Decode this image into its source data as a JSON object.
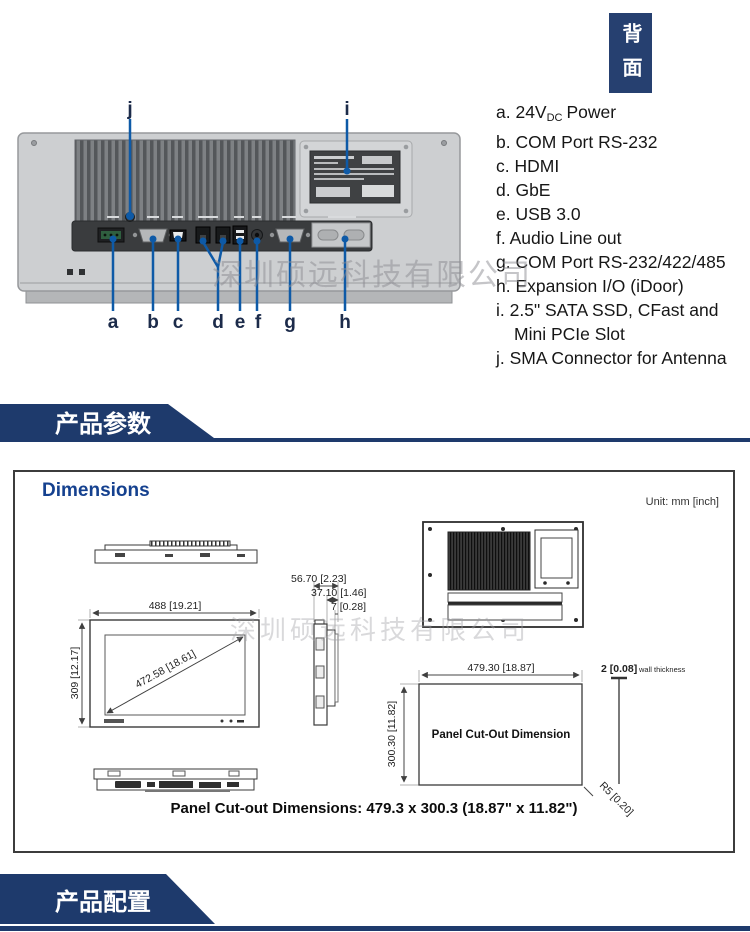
{
  "hero": {
    "tab_label": "背面",
    "callouts": [
      "a",
      "b",
      "c",
      "d",
      "e",
      "f",
      "g",
      "h",
      "i",
      "j"
    ],
    "ports": {
      "item_a": {
        "pre": "a. 24V",
        "sub": "DC",
        "post": "Power"
      },
      "items": [
        "b. COM Port RS-232",
        "c. HDMI",
        "d. GbE",
        "e. USB 3.0",
        "f. Audio Line out",
        "g. COM Port RS-232/422/485",
        "h. Expansion I/O (iDoor)",
        "i. 2.5\" SATA SSD, CFast and Mini PCIe Slot",
        "j. SMA Connector for Antenna"
      ]
    },
    "watermark": "深圳硕远科技有限公司"
  },
  "banners": {
    "params": "产品参数",
    "config": "产品配置"
  },
  "dimensions": {
    "title": "Dimensions",
    "unit": "Unit: mm [inch]",
    "front": {
      "width": "488 [19.21]",
      "height": "309 [12.17]",
      "diagonal": "472.58 [18.61]"
    },
    "side": {
      "d1": "56.70 [2.23]",
      "d2": "37.10 [1.46]",
      "d3": "7 [0.28]"
    },
    "cutout": {
      "width": "479.30 [18.87]",
      "height": "300.30 [11.82]",
      "center_label": "Panel Cut-Out Dimension",
      "wall": "2 [0.08]",
      "wall_note": "wall thickness",
      "corner_radius": "R5 [0.20]"
    },
    "summary": "Panel Cut-out Dimensions: 479.3 x 300.3  (18.87\" x 11.82\")"
  },
  "colors": {
    "navy": "#1e3a6c",
    "callout_blue": "#0e5aa7",
    "title_blue": "#15418f"
  }
}
